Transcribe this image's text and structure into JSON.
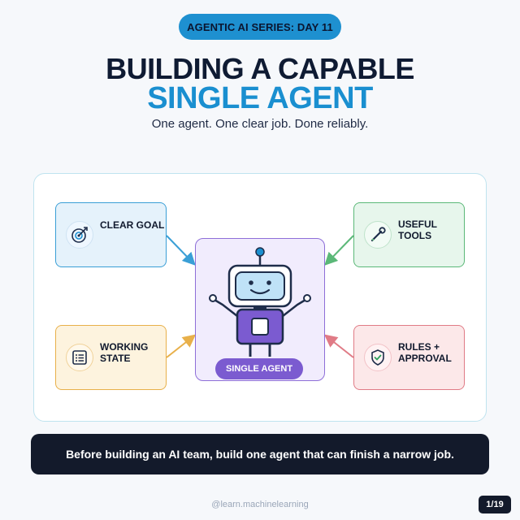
{
  "badge": "AGENTIC AI SERIES: DAY 11",
  "title_line1": "BUILDING A CAPABLE",
  "title_line2": "SINGLE AGENT",
  "subtitle": "One agent. One clear job. Done reliably.",
  "center": {
    "label": "SINGLE AGENT",
    "icon": "robot-icon"
  },
  "cards": {
    "goal": {
      "line1": "CLEAR GOAL",
      "line2": "",
      "icon": "target-icon",
      "color": "#3a9fd6"
    },
    "tools": {
      "line1": "USEFUL",
      "line2": "TOOLS",
      "icon": "wrench-icon",
      "color": "#5bb878"
    },
    "state": {
      "line1": "WORKING",
      "line2": "STATE",
      "icon": "checklist-icon",
      "color": "#e8b04a"
    },
    "rules": {
      "line1": "RULES +",
      "line2": "APPROVAL",
      "icon": "shield-check-icon",
      "color": "#e07b86"
    }
  },
  "footer_message": "Before building an AI team, build one agent that can finish a narrow job.",
  "handle": "@learn.machinelearning",
  "page_indicator": "1/19",
  "colors": {
    "accent_blue": "#1a8fd0",
    "dark_navy": "#131a2b",
    "agent_purple": "#7b5bd0"
  }
}
